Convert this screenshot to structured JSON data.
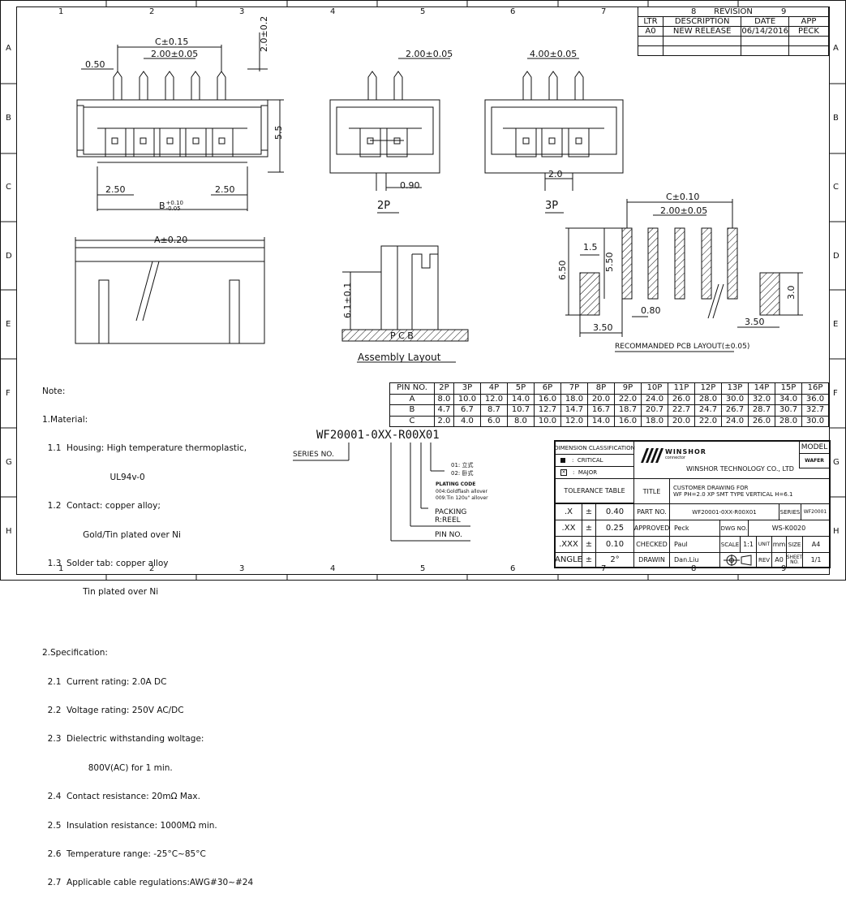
{
  "border": {
    "columns": [
      "1",
      "2",
      "3",
      "4",
      "5",
      "6",
      "7",
      "8",
      "9"
    ],
    "rows": [
      "A",
      "B",
      "C",
      "D",
      "E",
      "F",
      "G",
      "H"
    ]
  },
  "revision": {
    "title": "REVISION",
    "headers": [
      "LTR",
      "DESCRIPTION",
      "DATE",
      "APP"
    ],
    "row": [
      "A0",
      "NEW RELEASE",
      "06/14/2016",
      "PECK"
    ]
  },
  "dims": {
    "c015": "C±0.15",
    "pitch": "2.00±0.05",
    "d050": "0.50",
    "d20_02": "2.0±0.2",
    "d55": "5.5",
    "d250": "2.50",
    "b_main": "B",
    "b_plus": "+0.10",
    "b_minus": "-0.05",
    "a020": "A±0.20",
    "d090": "0.90",
    "d2p_pitch": "2.00±0.05",
    "d3p_pitch": "4.00±0.05",
    "d20": "2.0",
    "d61": "6.1±0.1",
    "pcb_c": "C±0.10",
    "pcb_pitch": "2.00±0.05",
    "pcb_15": "1.5",
    "pcb_650": "6.50",
    "pcb_550": "5.50",
    "pcb_080": "0.80",
    "pcb_350a": "3.50",
    "pcb_350b": "3.50",
    "pcb_30": "3.0"
  },
  "labels": {
    "p2": "2P",
    "p3": "3P",
    "assembly": "Assembly Layout",
    "pcb_layout": "RECOMMANDED PCB LAYOUT(±0.05)",
    "pcb_letters": "P C B"
  },
  "notes": [
    "Note:",
    "1.Material:",
    "  1.1  Housing: High temperature thermoplastic,",
    "                         UL94v-0",
    "  1.2  Contact: copper alloy;",
    "               Gold/Tin plated over Ni",
    "  1.3  Solder tab: copper alloy",
    "               Tin plated over Ni",
    "",
    "2.Specification:",
    "  2.1  Current rating: 2.0A DC",
    "  2.2  Voltage rating: 250V AC/DC",
    "  2.3  Dielectric withstanding woltage:",
    "                 800V(AC) for 1 min.",
    "  2.4  Contact resistance: 20mΩ Max.",
    "  2.5  Insulation resistance: 1000MΩ min.",
    "  2.6  Temperature range: -25°C~85°C",
    "  2.7  Applicable cable regulations:AWG#30~#24"
  ],
  "pin_table": {
    "header": [
      "PIN NO.",
      "2P",
      "3P",
      "4P",
      "5P",
      "6P",
      "7P",
      "8P",
      "9P",
      "10P",
      "11P",
      "12P",
      "13P",
      "14P",
      "15P",
      "16P"
    ],
    "rows": [
      [
        "A",
        "8.0",
        "10.0",
        "12.0",
        "14.0",
        "16.0",
        "18.0",
        "20.0",
        "22.0",
        "24.0",
        "26.0",
        "28.0",
        "30.0",
        "32.0",
        "34.0",
        "36.0"
      ],
      [
        "B",
        "4.7",
        "6.7",
        "8.7",
        "10.7",
        "12.7",
        "14.7",
        "16.7",
        "18.7",
        "20.7",
        "22.7",
        "24.7",
        "26.7",
        "28.7",
        "30.7",
        "32.7"
      ],
      [
        "C",
        "2.0",
        "4.0",
        "6.0",
        "8.0",
        "10.0",
        "12.0",
        "14.0",
        "16.0",
        "18.0",
        "20.0",
        "22.0",
        "24.0",
        "26.0",
        "28.0",
        "30.0"
      ]
    ]
  },
  "part_code": {
    "code": "WF20001-0XX-R00X01",
    "series": "SERIES NO.",
    "opt1": "01: 立式",
    "opt2": "02: 卧式",
    "plating_title": "PLATING CODE",
    "plating1": "004:Goldflash allover",
    "plating2": "009:Tin 120u\" allover",
    "packing1": "PACKING",
    "packing2": "R:REEL",
    "pin_no": "PIN NO."
  },
  "title_block": {
    "dim_class": "DIMENSION CLASSIFICATION",
    "critical": "CRITICAL",
    "major": "MAJOR",
    "tol_table": "TOLERANCE TABLE",
    "tol": [
      [
        ".X",
        "±",
        "0.40"
      ],
      [
        ".XX",
        "±",
        "0.25"
      ],
      [
        ".XXX",
        "±",
        "0.10"
      ],
      [
        "ANGLE",
        "±",
        "2°"
      ]
    ],
    "logo_text": "WINSHOR",
    "logo_sub": "connector",
    "company": "WINSHOR TECHNOLOGY CO., LTD",
    "model_label": "MODEL",
    "model_value": "WAFER",
    "title_label": "TITLE",
    "title_line1": "CUSTOMER DRAWING FOR",
    "title_line2": "WF PH=2.0 XP SMT TYPE VERTICAL H=6.1",
    "part_no_label": "PART NO.",
    "part_no": "WF20001-0XX-R00X01",
    "series_label": "SERIES",
    "series_value": "WF20001",
    "approved_label": "APPROVED",
    "approved": "Peck",
    "dwg_label": "DWG NO.",
    "dwg_value": "WS-K0020",
    "checked_label": "CHECKED",
    "checked": "Paul",
    "scale_label": "SCALE",
    "scale_value": "1:1",
    "unit_label": "UNIT",
    "unit_value": "mm",
    "size_label": "SIZE",
    "size_value": "A4",
    "drawn_label": "DRAWIN",
    "drawn": "Dan.Liu",
    "rev_label": "REV",
    "rev_value": "A0",
    "sheet_label": "SHEET NO.",
    "sheet_value": "1/1"
  }
}
